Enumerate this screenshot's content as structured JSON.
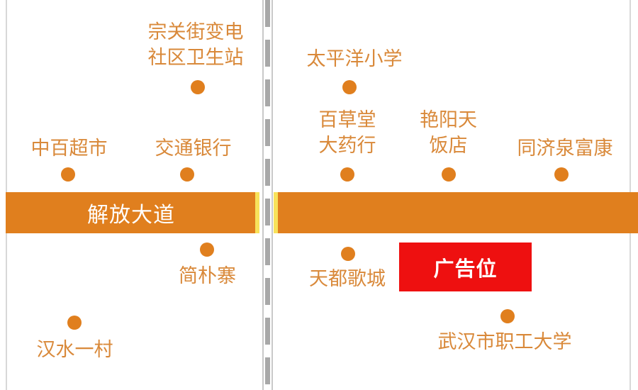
{
  "colors": {
    "road": "#e07f1e",
    "poi_text": "#d9893a",
    "poi_dot": "#e07f1e",
    "ad_background": "#ee1010",
    "road_edge": "#f8e25b",
    "separator": "#a8a8a8"
  },
  "road": {
    "name": "解放大道"
  },
  "ad": {
    "label": "广告位"
  },
  "pois": {
    "zongguan_line1": "宗关街变电",
    "zongguan_line2": "社区卫生站",
    "taipingyang": "太平洋小学",
    "baicaotang_line1": "百草堂",
    "baicaotang_line2": "大药行",
    "yanyangtian_line1": "艳阳天",
    "yanyangtian_line2": "饭店",
    "zhongbai": "中百超市",
    "jiaotong": "交通银行",
    "tongji": "同济泉富康",
    "jianpuzhai": "简朴寨",
    "tiandu": "天都歌城",
    "hanshui": "汉水一村",
    "wuhan_staff_uni": "武汉市职工大学"
  }
}
